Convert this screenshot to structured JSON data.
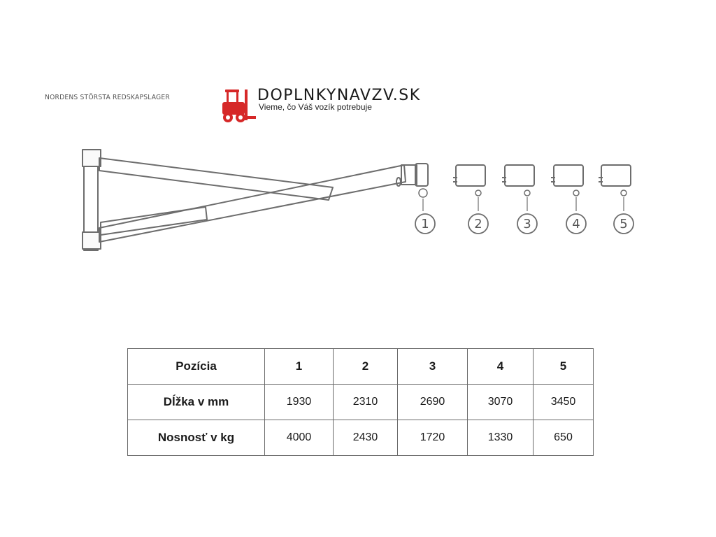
{
  "header": {
    "supplier_text": "NORDENS STÖRSTA REDSKAPSLAGER",
    "brand_name": "DOPLNKYNAVZV.SK",
    "brand_tagline": "Vieme, čo Váš vozík potrebuje",
    "brand_color": "#d62828"
  },
  "diagram": {
    "positions": [
      "1",
      "2",
      "3",
      "4",
      "5"
    ]
  },
  "table": {
    "rows": [
      {
        "label": "Pozícia",
        "values": [
          "1",
          "2",
          "3",
          "4",
          "5"
        ]
      },
      {
        "label": "Dĺžka v mm",
        "values": [
          "1930",
          "2310",
          "2690",
          "3070",
          "3450"
        ]
      },
      {
        "label": "Nosnosť v kg",
        "values": [
          "4000",
          "2430",
          "1720",
          "1330",
          "650"
        ]
      }
    ]
  }
}
